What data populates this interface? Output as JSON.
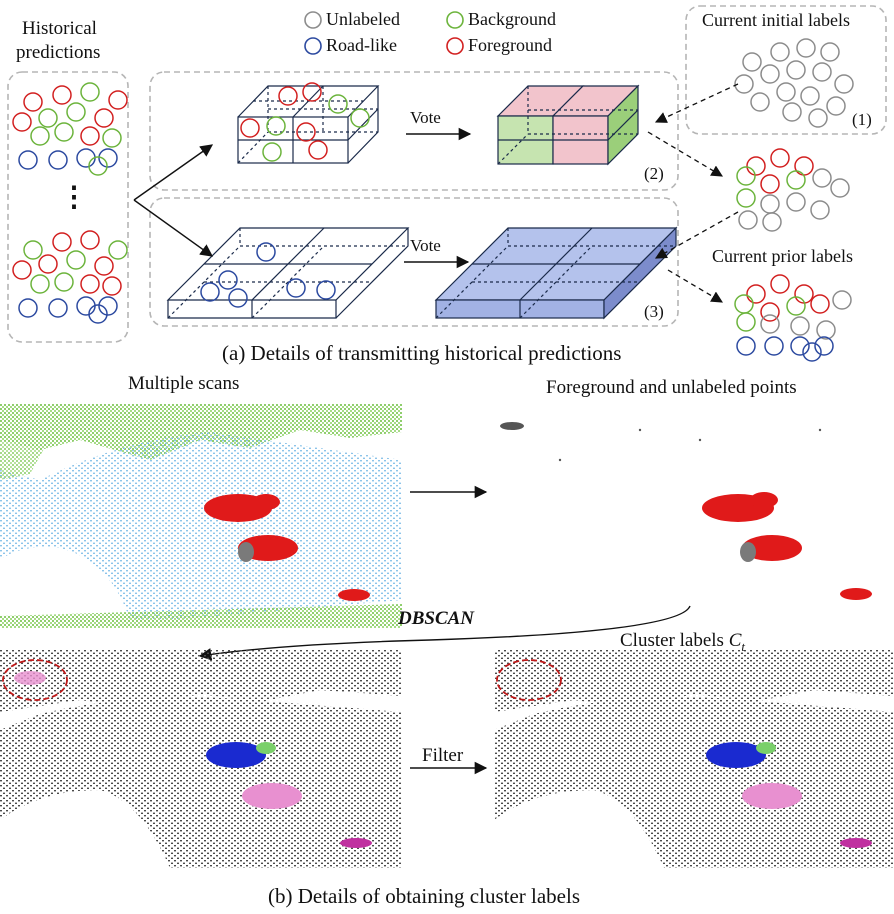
{
  "legend": {
    "unlabeled": "Unlabeled",
    "background": "Background",
    "road_like": "Road-like",
    "foreground": "Foreground"
  },
  "colors": {
    "unlabeled": "#8c8c8c",
    "background": "#6cb43c",
    "road_like": "#2c4aa0",
    "foreground": "#d22020",
    "vox_green": "#c6e4b0",
    "vox_pink": "#f0c0c8",
    "vox_blue": "#a8b8e8",
    "scan_gray": "#4a4a4a",
    "ground_blue": "#a8d4ef",
    "cluster_blue": "#1a2ad0",
    "cluster_pink": "#e890d0",
    "cluster_magenta": "#c030a0",
    "ellipse_red": "#c01818"
  },
  "part_a": {
    "historical_line1": "Historical",
    "historical_line2": "predictions",
    "ellipsis": "⋮",
    "current_initial": "Current initial labels",
    "current_prior": "Current prior labels",
    "vote1": "Vote",
    "vote2": "Vote",
    "tag1": "(1)",
    "tag2": "(2)",
    "tag3": "(3)",
    "caption": "(a) Details of transmitting historical predictions"
  },
  "part_b": {
    "multiple_scans": "Multiple scans",
    "fg_unlabeled": "Foreground and unlabeled points",
    "dbscan": "DBSCAN",
    "cluster_labels": "Cluster labels",
    "cluster_symbol": "C",
    "cluster_sub": "t",
    "filter": "Filter",
    "caption": "(b) Details of obtaining cluster labels"
  }
}
